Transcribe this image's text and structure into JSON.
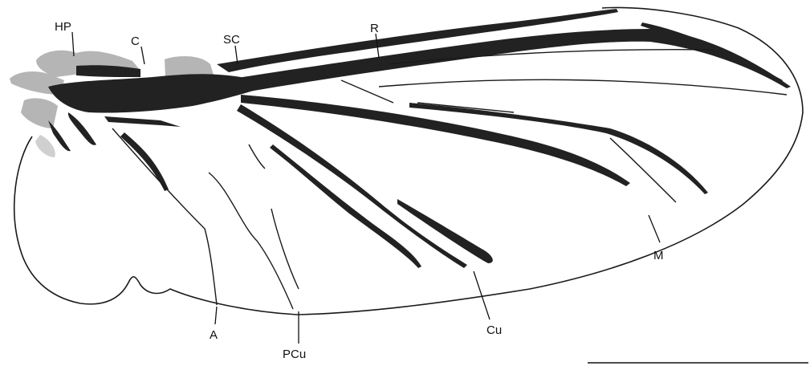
{
  "labels": {
    "hp": "HP",
    "c": "C",
    "sc": "SC",
    "r": "R",
    "m": "M",
    "cu": "Cu",
    "pcu": "PCu",
    "a": "A"
  },
  "colors": {
    "outline": "#1a1a1a",
    "vein": "#222222",
    "shade": "#b9b9b9",
    "background": "#ffffff"
  }
}
